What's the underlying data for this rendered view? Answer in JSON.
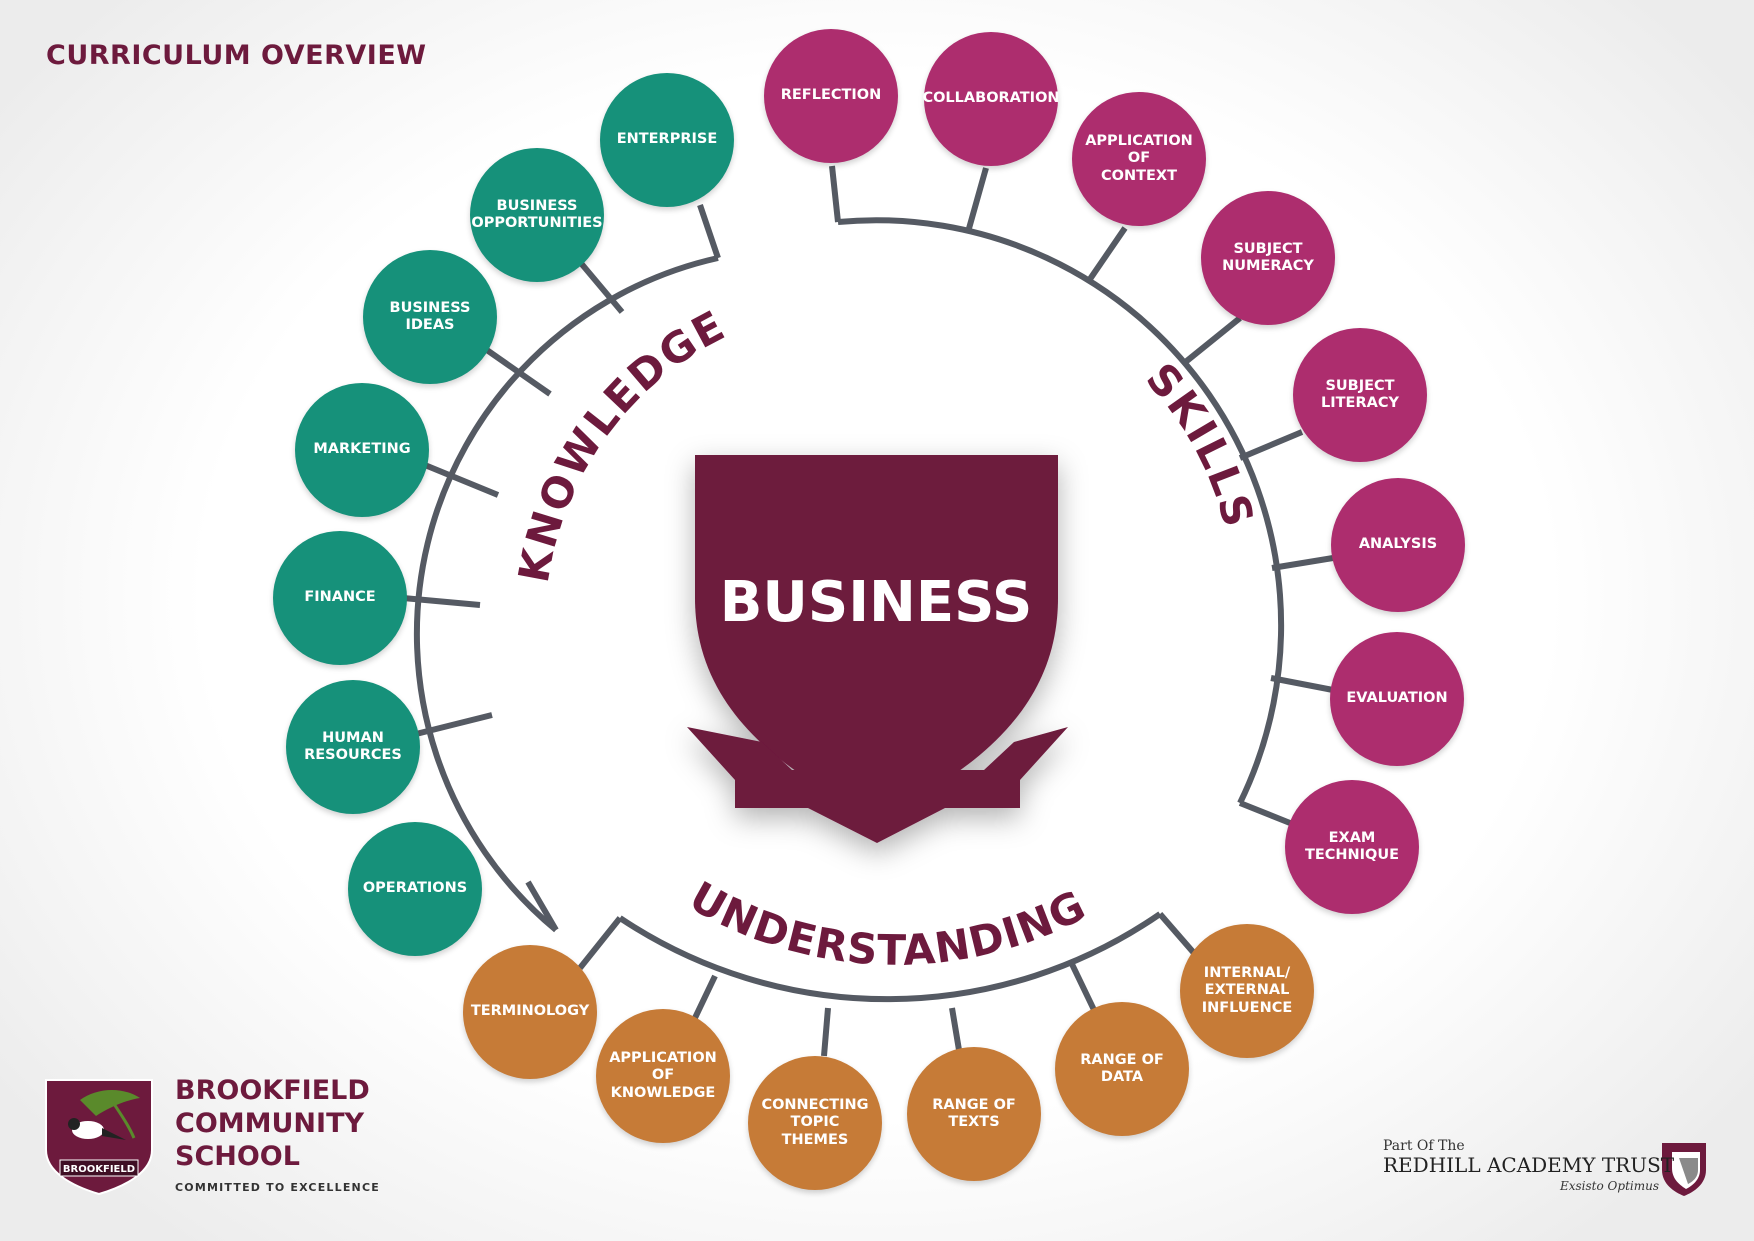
{
  "page": {
    "title": "CURRICULUM OVERVIEW"
  },
  "center": {
    "subject": "BUSINESS"
  },
  "sections": {
    "knowledge": "KNOWLEDGE",
    "skills": "SKILLS",
    "understanding": "UNDERSTANDING"
  },
  "knowledge_items": [
    "ENTERPRISE",
    "BUSINESS\nOPPORTUNITIES",
    "BUSINESS\nIDEAS",
    "MARKETING",
    "FINANCE",
    "HUMAN\nRESOURCES",
    "OPERATIONS"
  ],
  "skills_items": [
    "REFLECTION",
    "COLLABORATION",
    "APPLICATION\nOF\nCONTEXT",
    "SUBJECT\nNUMERACY",
    "SUBJECT\nLITERACY",
    "ANALYSIS",
    "EVALUATION",
    "EXAM\nTECHNIQUE"
  ],
  "understanding_items": [
    "TERMINOLOGY",
    "APPLICATION\nOF\nKNOWLEDGE",
    "CONNECTING\nTOPIC\nTHEMES",
    "RANGE OF\nTEXTS",
    "RANGE OF\nDATA",
    "INTERNAL/\nEXTERNAL\nINFLUENCE"
  ],
  "school": {
    "name": "BROOKFIELD\nCOMMUNITY\nSCHOOL",
    "motto": "COMMITTED TO EXCELLENCE",
    "crest_label": "BROOKFIELD"
  },
  "trust": {
    "part_of": "Part Of The",
    "name": "REDHILL ACADEMY TRUST",
    "motto": "Exsisto Optimus"
  },
  "colors": {
    "maroon": "#6d1a3d",
    "knowledge": "#16917a",
    "skills": "#ad2d6e",
    "understanding": "#c67b37",
    "connector": "#555a63"
  }
}
